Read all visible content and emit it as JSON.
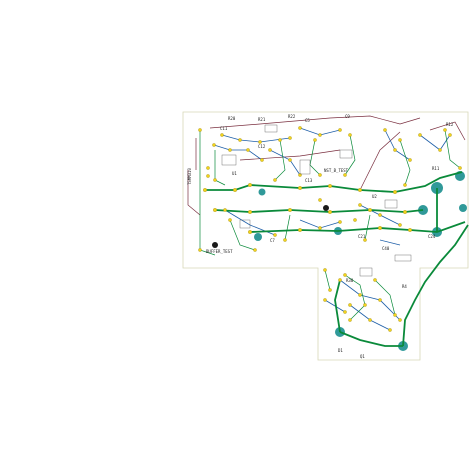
{
  "colors": {
    "background": "#ffffff",
    "board_outline": "#d8d8b8",
    "trace_green": "#0a8a3a",
    "trace_blue": "#1f5fa8",
    "trace_maroon": "#7a2f3f",
    "pad_yellow": "#f2d21a",
    "pad_dark": "#1a1a1a",
    "zone_teal": "#1a8f8f",
    "text": "#222222"
  },
  "labels": {
    "buffer_test": "BUFFER_TEST",
    "nst_b_test": "NST_B_TEST",
    "vertical_label": "TSMM310",
    "r20": "R20",
    "r21": "R21",
    "r22": "R22",
    "c5": "C5",
    "c9": "C9",
    "c11": "C11",
    "c12": "C12",
    "c13": "C13",
    "c21": "C21",
    "c24": "C24",
    "c40": "C40",
    "r4": "R4",
    "r30": "R30",
    "u1": "U1",
    "u2": "U2",
    "q1": "Q1",
    "d1": "D1",
    "r11": "R11",
    "r12": "R12",
    "c7": "C7"
  }
}
